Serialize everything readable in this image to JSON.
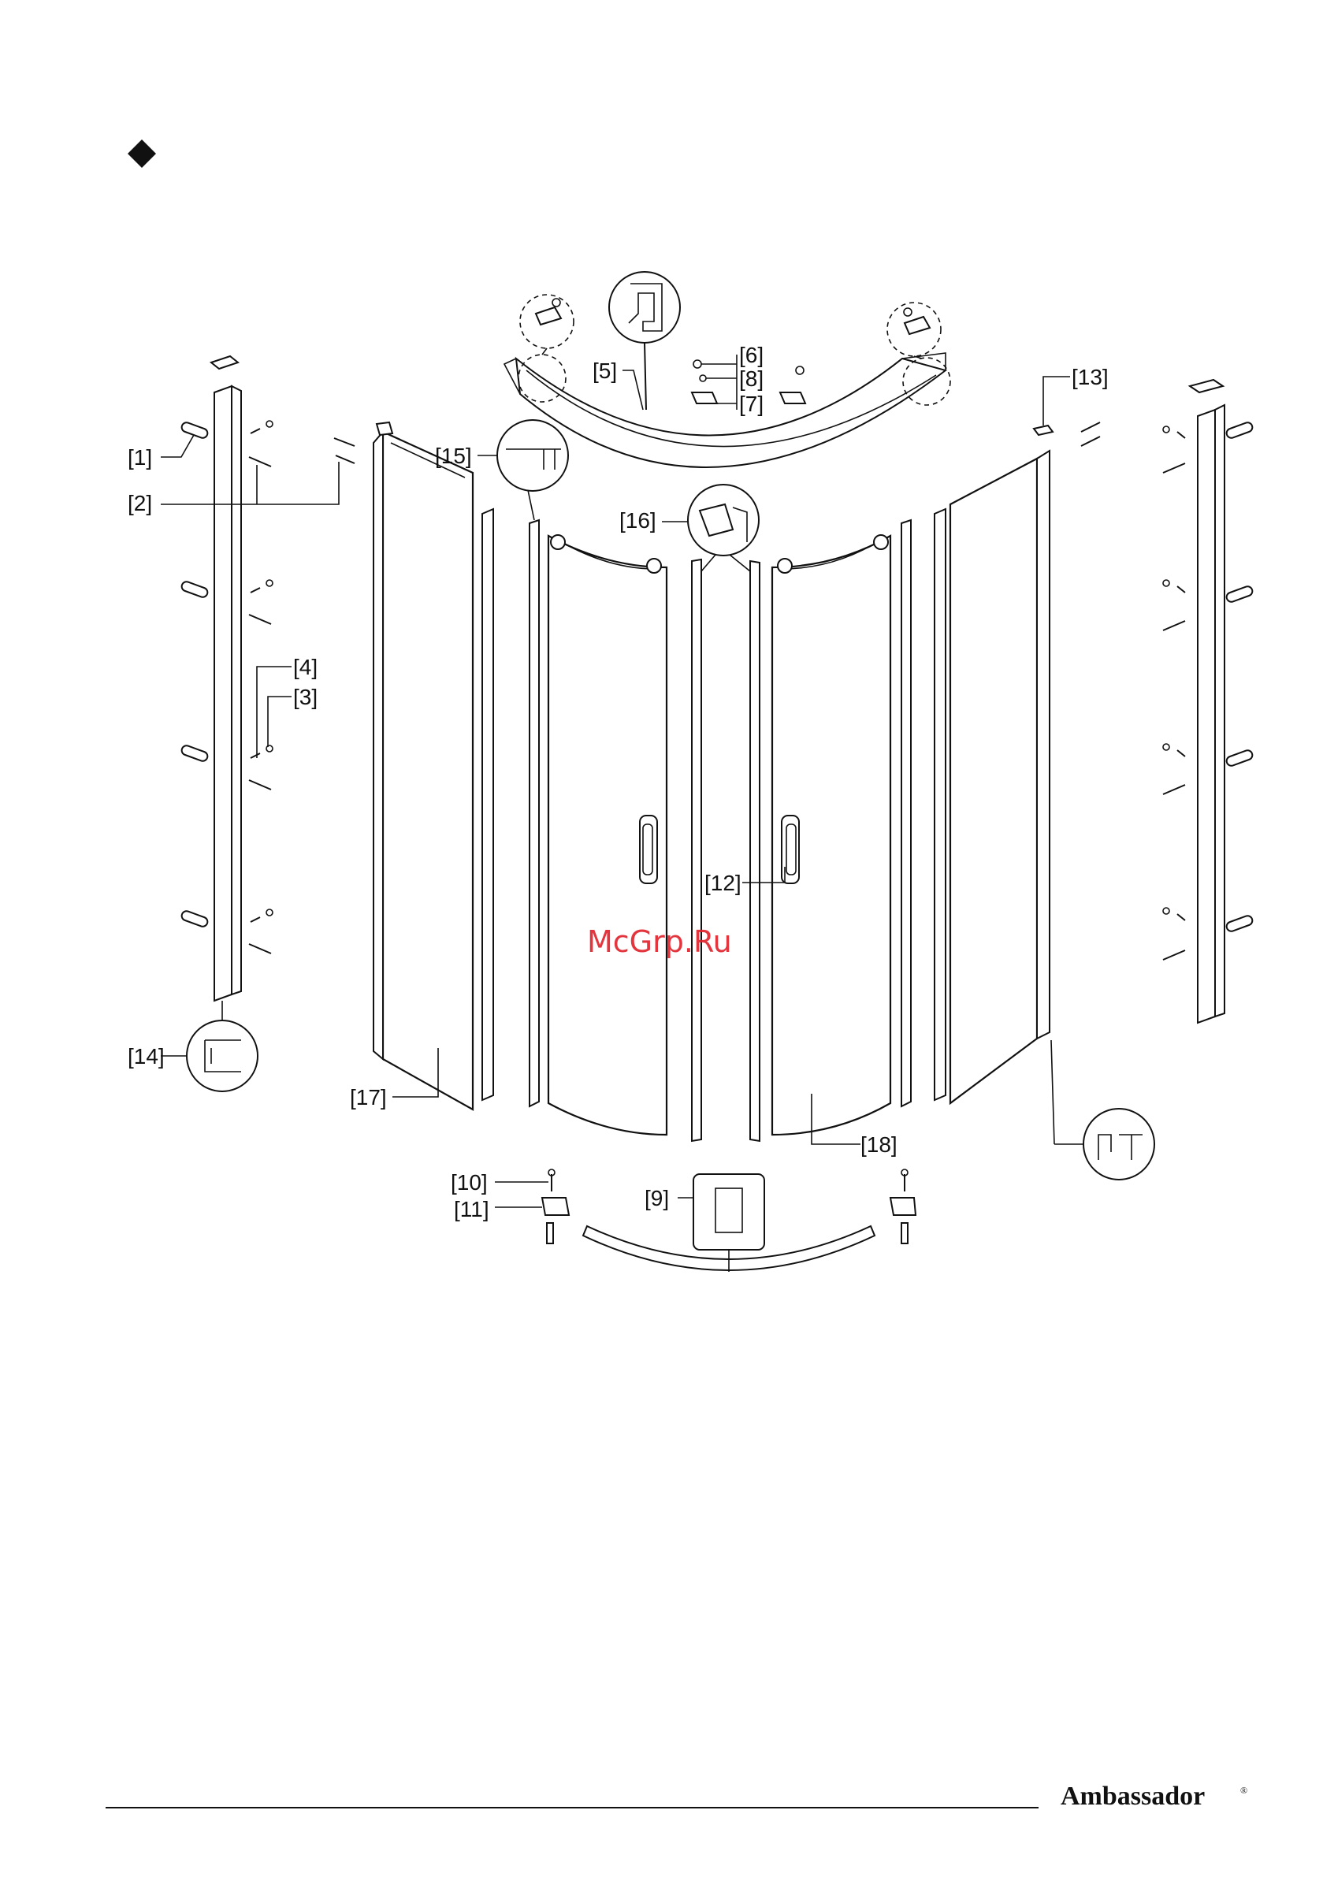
{
  "labels": {
    "p1": "[1]",
    "p2": "[2]",
    "p3": "[3]",
    "p4": "[4]",
    "p5": "[5]",
    "p6": "[6]",
    "p7": "[7]",
    "p8": "[8]",
    "p9": "[9]",
    "p10": "[10]",
    "p11": "[11]",
    "p12": "[12]",
    "p13": "[13]",
    "p14": "[14]",
    "p15": "[15]",
    "p16": "[16]",
    "p17": "[17]",
    "p18": "[18]"
  },
  "watermark": "McGrp.Ru",
  "footer": {
    "brand": "Ambassador",
    "reg": "®"
  },
  "colors": {
    "ink": "#111111",
    "watermark": "#e0202a",
    "background": "#ffffff"
  }
}
